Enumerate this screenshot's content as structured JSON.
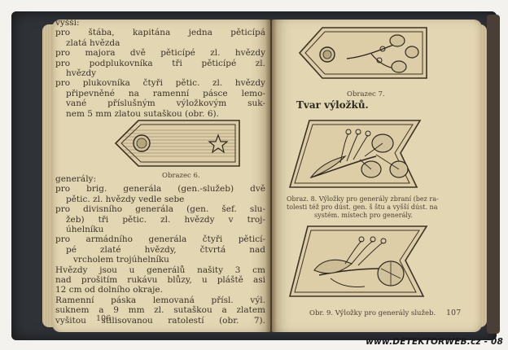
{
  "left_page": {
    "lines_top": [
      "vyšší:",
      "pro štába, kapitána jedna pěticípá",
      "zlatá hvězda",
      "pro majora dvě pěticípé zl. hvězdy",
      "pro podplukovníka tři pěticípé zl.",
      "hvězdy",
      "pro plukovníka čtyři pětic. zl. hvězdy",
      "připevněné na ramenní pásce lemo-",
      "vané příslušným výložkovým suk-",
      "nem 5 mm zlatou sutaškou (obr. 6)."
    ],
    "figure6_caption": "Obrazec 6.",
    "lines_bottom": [
      "generály:",
      "pro brig. generála (gen.-služeb) dvě",
      "pětic. zl. hvězdy vedle sebe",
      "pro divisního generála (gen. šef. slu-",
      "žeb) tři pětic. zl. hvězdy v troj-",
      "úhelníku",
      "pro armádního generála čtyři pěticí-",
      "pé zlaté hvězdy, čtvrtá nad",
      "vrcholem trojúhelníku",
      "Hvězdy jsou u generálů našity 3 cm",
      "nad prošitím rukávu blůzy, u pláště asi",
      "12 cm od dolního okraje.",
      "Ramenní páska lemovaná přísl. výl.",
      "suknem a 9 mm zl. sutaškou a zlatem",
      "vyšitou stilisovanou ratolestí (obr. 7)."
    ],
    "page_number": "106"
  },
  "right_page": {
    "figure7_caption": "Obrazec 7.",
    "heading": "Tvar výložků.",
    "figure8_caption_lines": [
      "Obraz. 8. Výložky pro generály zbraní (bez ra-",
      "tolesti též pro dúst. gen. š štu a vyšší dúst. na",
      "systém. místech pro generály."
    ],
    "figure9_caption": "Obr. 9. Výložky pro generály služeb.",
    "page_number": "107"
  },
  "watermark": "www.DETEKTORWEB.cz - 08",
  "colors": {
    "paper": "#e3d6b2",
    "ink": "#3b3229",
    "cover": "#2f3237"
  }
}
